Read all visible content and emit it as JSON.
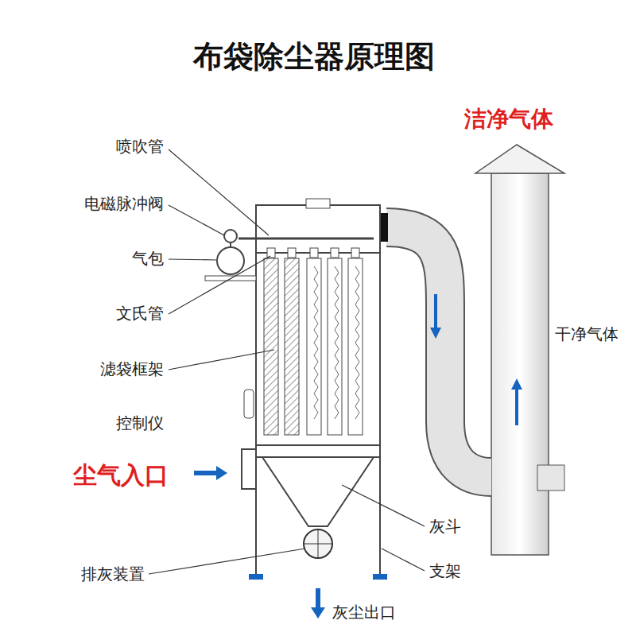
{
  "diagram": {
    "title": "布袋除尘器原理图",
    "labels": [
      "洁净气体",
      "喷吹管",
      "电磁脉冲阀",
      "气包",
      "文氏管",
      "滤袋框架",
      "干净气体",
      "控制仪",
      "尘气入口",
      "灰斗",
      "排灰装置",
      "支架",
      "灰尘出口"
    ]
  }
}
